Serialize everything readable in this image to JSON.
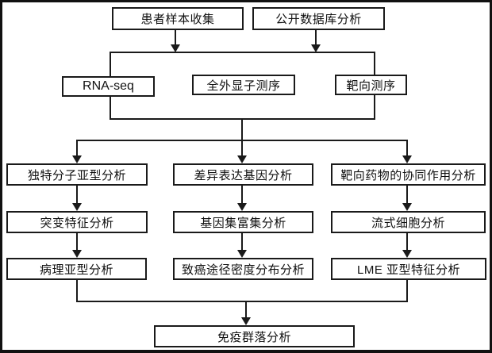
{
  "diagram": {
    "type": "flowchart",
    "nodes": {
      "patient_sample": {
        "label": "患者样本收集"
      },
      "public_db": {
        "label": "公开数据库分析"
      },
      "rna_seq": {
        "label": "RNA-seq"
      },
      "wes": {
        "label": "全外显子测序"
      },
      "targeted_seq": {
        "label": "靶向测序"
      },
      "unique_subtype": {
        "label": "独特分子亚型分析"
      },
      "deg": {
        "label": "差异表达基因分析"
      },
      "drug_synergy": {
        "label": "靶向药物的协同作用分析"
      },
      "mutation_sig": {
        "label": "突变特征分析"
      },
      "gsea": {
        "label": "基因集富集分析"
      },
      "flow_cytometry": {
        "label": "流式细胞分析"
      },
      "pathology_subtype": {
        "label": "病理亚型分析"
      },
      "oncogenic_pathway": {
        "label": "致癌途径密度分布分析"
      },
      "lme_subtype": {
        "label": "LME 亚型特征分析"
      },
      "immune_community": {
        "label": "免疫群落分析"
      }
    },
    "colors": {
      "line": "#1a1a1a",
      "box_background": "#ffffff",
      "page_background": "#ffffff"
    }
  }
}
